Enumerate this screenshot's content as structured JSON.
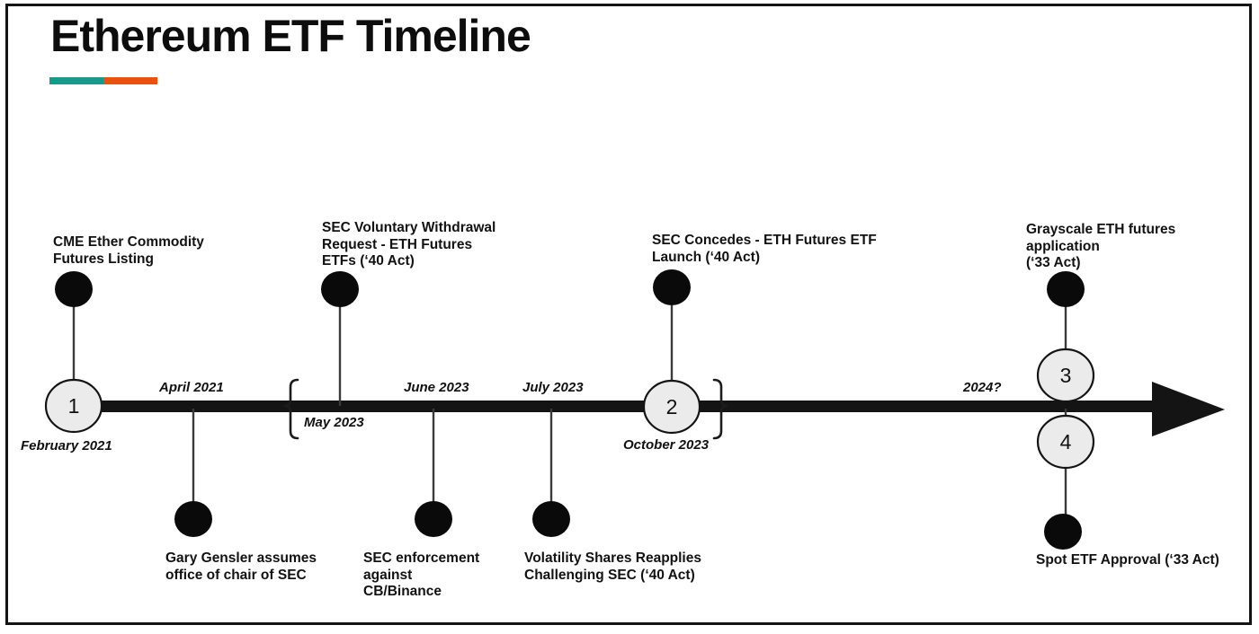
{
  "header": {
    "title": "Ethereum ETF Timeline",
    "accent_left_color": "#17998c",
    "accent_right_color": "#e9520d"
  },
  "theme": {
    "line_color": "#141414",
    "node_fill": "#ebebeb",
    "node_stroke": "#141414",
    "dot_color": "#0a0a0a",
    "text_color": "#121212",
    "frame_color": "#141414",
    "background": "#ffffff"
  },
  "timeline": {
    "axis_label": "time",
    "direction": "left-to-right",
    "arrowhead": true,
    "numbered_nodes": [
      {
        "number": "1",
        "date": "February 2021",
        "position": "on-line"
      },
      {
        "number": "2",
        "date": "October 2023",
        "position": "on-line"
      },
      {
        "number": "3",
        "date": "2024?",
        "position": "above-line"
      },
      {
        "number": "4",
        "date": "2024?",
        "position": "below-line"
      }
    ],
    "tick_dates": [
      {
        "label": "February 2021",
        "placement": "below",
        "node": "1"
      },
      {
        "label": "April 2021",
        "placement": "above",
        "node": null
      },
      {
        "label": "May 2023",
        "placement": "below",
        "node": null,
        "bracket": "left"
      },
      {
        "label": "June 2023",
        "placement": "above",
        "node": null
      },
      {
        "label": "July 2023",
        "placement": "above",
        "node": null
      },
      {
        "label": "October 2023",
        "placement": "below",
        "node": "2",
        "bracket": "right"
      },
      {
        "label": "2024?",
        "placement": "above",
        "node": null
      }
    ],
    "events": [
      {
        "id": "cme-ether-futures",
        "text": "CME Ether Commodity\nFutures Listing",
        "date": "February 2021",
        "side": "above"
      },
      {
        "id": "gary-gensler-chair",
        "text": "Gary Gensler assumes\noffice of chair of SEC",
        "date": "April 2021",
        "side": "below"
      },
      {
        "id": "sec-voluntary-withdrawal",
        "text": "SEC Voluntary Withdrawal\nRequest - ETH Futures\nETFs (‘40 Act)",
        "date": "May 2023",
        "side": "above"
      },
      {
        "id": "sec-enforcement-cb-binance",
        "text": "SEC enforcement\nagainst\nCB/Binance",
        "date": "June 2023",
        "side": "below"
      },
      {
        "id": "volatility-shares-reapplies",
        "text": "Volatility Shares Reapplies\nChallenging SEC (‘40 Act)",
        "date": "July 2023",
        "side": "below"
      },
      {
        "id": "sec-concedes-eth-futures-launch",
        "text": "SEC Concedes - ETH Futures ETF\nLaunch (‘40 Act)",
        "date": "October 2023",
        "side": "above"
      },
      {
        "id": "grayscale-eth-futures-application",
        "text": "Grayscale ETH futures\napplication\n(‘33 Act)",
        "date": "2024?",
        "side": "above"
      },
      {
        "id": "spot-etf-approval",
        "text": "Spot ETF Approval (‘33 Act)",
        "date": "2024?",
        "side": "below"
      }
    ]
  }
}
